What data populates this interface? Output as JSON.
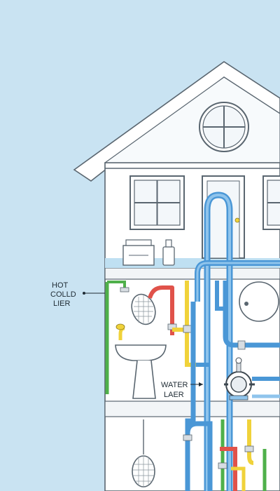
{
  "labels": {
    "left_line1": "HOT",
    "left_line2": "COLLD",
    "left_line3": "LIER",
    "right_line1": "WATER",
    "right_line2": "LAER"
  },
  "colors": {
    "sky": "#c9e3f2",
    "wall": "#ffffff",
    "outline": "#5a6670",
    "hot": "#e0524a",
    "cold": "#4a97d6",
    "cold_light": "#8fc4ec",
    "yellow": "#f0d23a",
    "green": "#4fb04a",
    "water_strip": "#bfe0f2"
  }
}
